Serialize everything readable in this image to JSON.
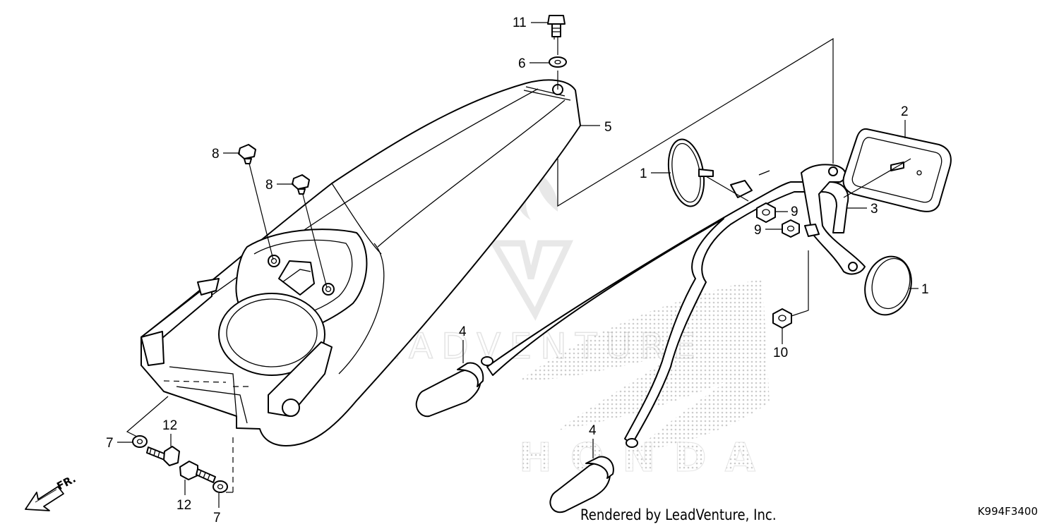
{
  "callouts": {
    "c1a": "1",
    "c1b": "1",
    "c2": "2",
    "c3": "3",
    "c4a": "4",
    "c4b": "4",
    "c5": "5",
    "c6": "6",
    "c7a": "7",
    "c7b": "7",
    "c8a": "8",
    "c8b": "8",
    "c9a": "9",
    "c9b": "9",
    "c10": "10",
    "c11": "11",
    "c12a": "12",
    "c12b": "12"
  },
  "direction_label": "FR.",
  "watermark": {
    "brand_letters": "LEADVENTURE",
    "logo_text": "HONDA"
  },
  "footer": {
    "rendered_by": "Rendered by LeadVenture, Inc.",
    "diagram_code": "K994F3400"
  },
  "colors": {
    "line": "#000000",
    "watermark": "#bdbdbd",
    "background": "#ffffff"
  }
}
